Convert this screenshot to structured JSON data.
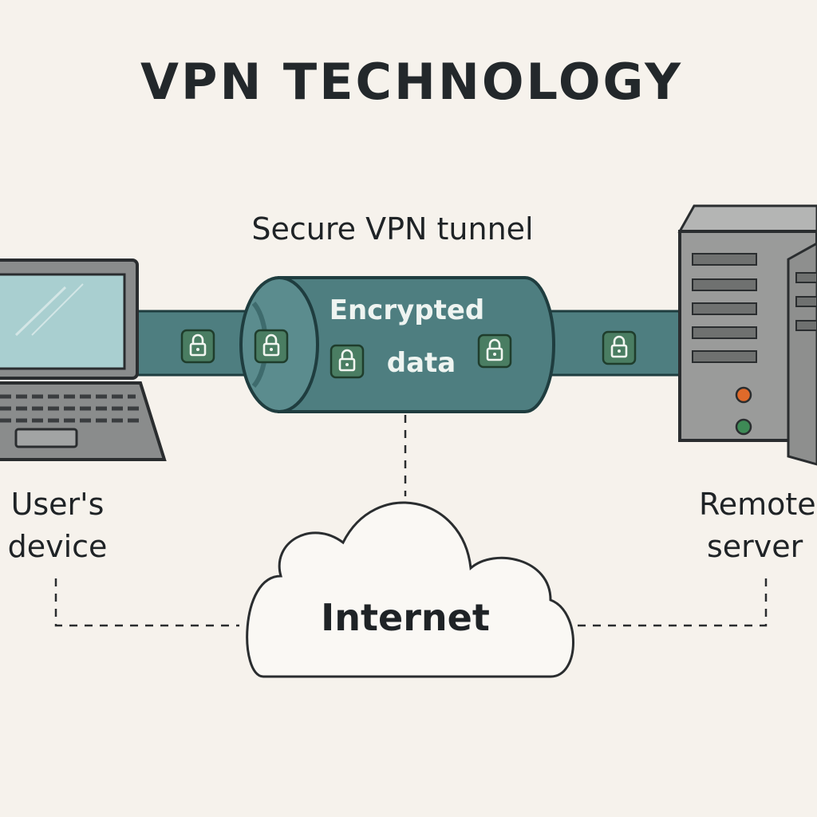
{
  "title": "VPN TECHNOLOGY",
  "tunnel_caption": "Secure VPN tunnel",
  "tunnel_label": {
    "line1": "Encrypted",
    "line2": "data"
  },
  "cloud_label": "Internet",
  "user_device": {
    "line1": "User's",
    "line2": "device"
  },
  "remote_server": {
    "line1": "Remote",
    "line2": "server"
  },
  "icons": {
    "laptop": "laptop-icon",
    "server": "server-icon",
    "cloud": "cloud-icon",
    "lock": "padlock-icon"
  },
  "colors": {
    "background": "#f6f2ec",
    "tunnel": "#4e7e80",
    "tunnel_outline": "#1f3d3f",
    "lock_badge": "#4a7d62",
    "screen": "#a9cfd0",
    "device_gray": "#8a8c8c",
    "server_gray": "#9a9b9a",
    "led_orange": "#e06a2a",
    "led_green": "#3e8a56",
    "text": "#1f2326"
  }
}
